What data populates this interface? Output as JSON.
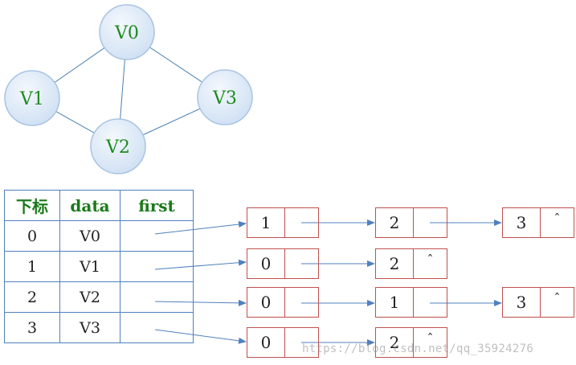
{
  "graph": {
    "vertices": [
      "V0",
      "V1",
      "V2",
      "V3"
    ],
    "edges": [
      [
        "V0",
        "V1"
      ],
      [
        "V0",
        "V2"
      ],
      [
        "V0",
        "V3"
      ],
      [
        "V1",
        "V2"
      ],
      [
        "V2",
        "V3"
      ]
    ]
  },
  "table": {
    "headers": [
      "下标",
      "data",
      "first"
    ],
    "rows": [
      {
        "index": "0",
        "data": "V0"
      },
      {
        "index": "1",
        "data": "V1"
      },
      {
        "index": "2",
        "data": "V2"
      },
      {
        "index": "3",
        "data": "V3"
      }
    ]
  },
  "adjacency_lists": [
    [
      {
        "value": "1",
        "next": ""
      },
      {
        "value": "2",
        "next": ""
      },
      {
        "value": "3",
        "next": "ˆ"
      }
    ],
    [
      {
        "value": "0",
        "next": ""
      },
      {
        "value": "2",
        "next": "ˆ"
      }
    ],
    [
      {
        "value": "0",
        "next": ""
      },
      {
        "value": "1",
        "next": ""
      },
      {
        "value": "3",
        "next": "ˆ"
      }
    ],
    [
      {
        "value": "0",
        "next": ""
      },
      {
        "value": "2",
        "next": "ˆ"
      }
    ]
  ],
  "watermark": "https://blog.csdn.net/qq_35924276",
  "colors": {
    "vertex_fill_light": "#f4f8fd",
    "vertex_fill_dark": "#cfe0f3",
    "vertex_border": "#a9c4e2",
    "vertex_text": "#1e8a1e",
    "edge": "#4a7fb0",
    "table_border": "#4f81bd",
    "node_border": "#c0504d",
    "arrow": "#4f81bd"
  }
}
